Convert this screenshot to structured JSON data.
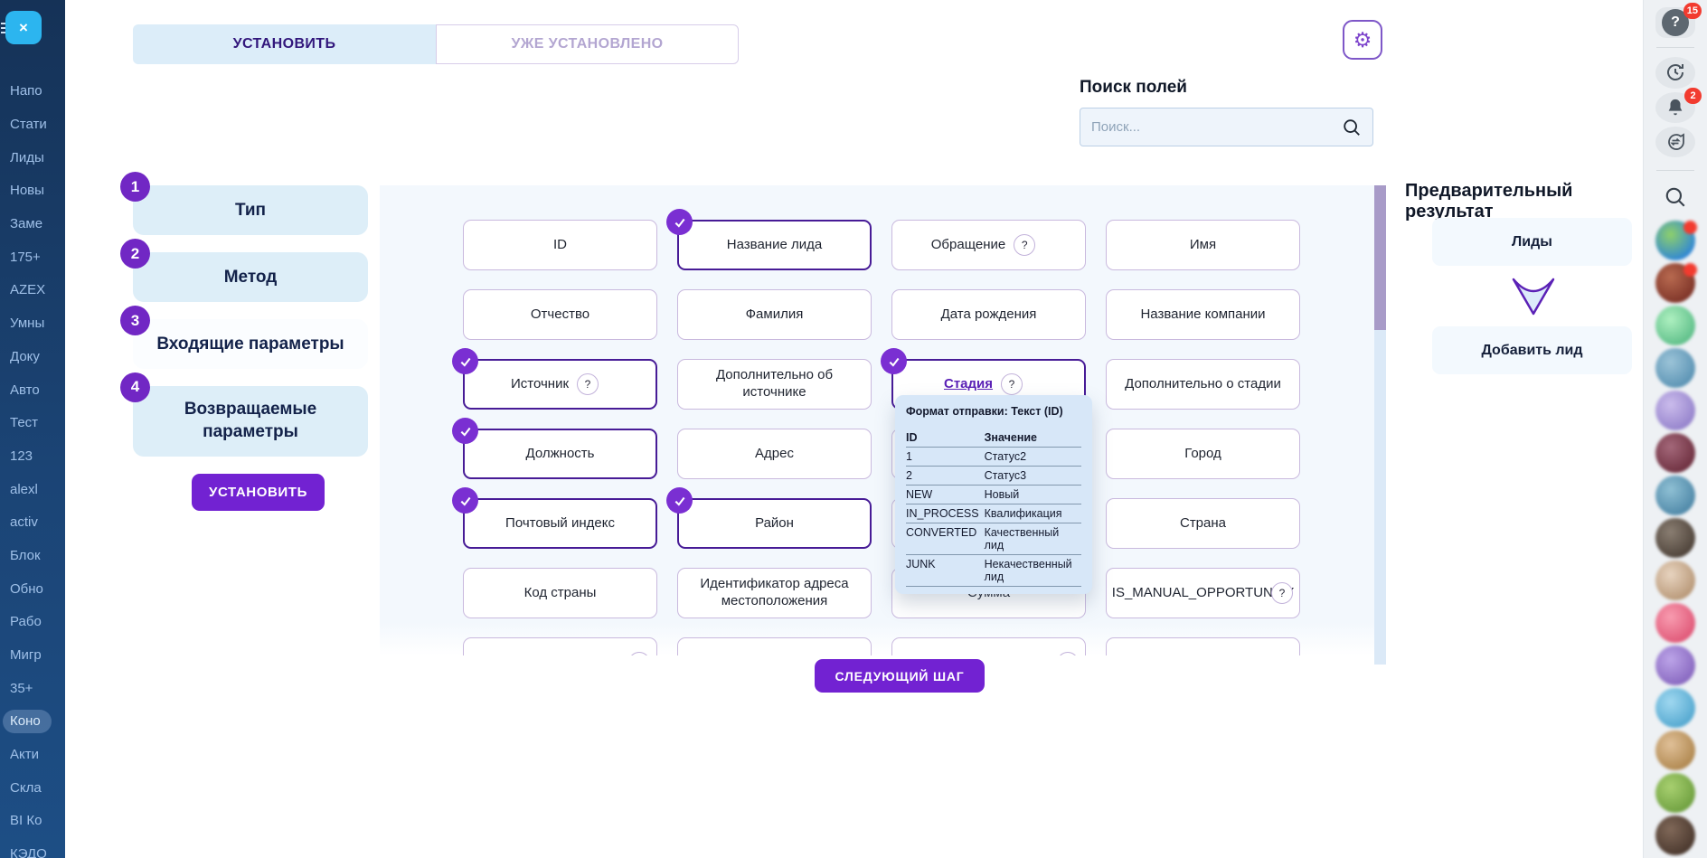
{
  "sidebar": {
    "close_label": "×",
    "items": [
      {
        "label": "Напо"
      },
      {
        "label": "Стати"
      },
      {
        "label": "Лиды"
      },
      {
        "label": "Новы"
      },
      {
        "label": "Заме"
      },
      {
        "label": "175+"
      },
      {
        "label": "AZEX"
      },
      {
        "label": "Умны"
      },
      {
        "label": "Доку"
      },
      {
        "label": "Авто"
      },
      {
        "label": "Тест"
      },
      {
        "label": "123"
      },
      {
        "label": "alexl"
      },
      {
        "label": "activ"
      },
      {
        "label": "Блок"
      },
      {
        "label": "Обно"
      },
      {
        "label": "Рабо"
      },
      {
        "label": "Мигр"
      },
      {
        "label": "35+"
      },
      {
        "label": "Коно",
        "active": true
      },
      {
        "label": "Акти"
      },
      {
        "label": "Скла"
      },
      {
        "label": "BI Ко"
      },
      {
        "label": "КЭДО"
      }
    ]
  },
  "tabs": {
    "install": "УСТАНОВИТЬ",
    "installed": "УЖЕ УСТАНОВЛЕНО"
  },
  "search": {
    "title": "Поиск полей",
    "placeholder": "Поиск..."
  },
  "steps": {
    "items": [
      {
        "num": "1",
        "label": "Тип",
        "active": false
      },
      {
        "num": "2",
        "label": "Метод",
        "active": false
      },
      {
        "num": "3",
        "label": "Входящие параметры",
        "active": true
      },
      {
        "num": "4",
        "label": "Возвращаемые параметры",
        "active": false
      }
    ],
    "install_button": "УСТАНОВИТЬ"
  },
  "fields": {
    "rows": [
      [
        {
          "label": "ID"
        },
        {
          "label": "Название лида",
          "checked": true,
          "selected": true
        },
        {
          "label": "Обращение",
          "hint": true
        },
        {
          "label": "Имя"
        }
      ],
      [
        {
          "label": "Отчество"
        },
        {
          "label": "Фамилия"
        },
        {
          "label": "Дата рождения"
        },
        {
          "label": "Название компании"
        }
      ],
      [
        {
          "label": "Источник",
          "hint": true,
          "checked": true,
          "selected": true
        },
        {
          "label": "Дополнительно об источнике"
        },
        {
          "label": "Стадия",
          "hint": true,
          "checked": true,
          "selected": true,
          "link": true
        },
        {
          "label": "Дополнительно о стадии"
        }
      ],
      [
        {
          "label": "Должность",
          "checked": true,
          "selected": true
        },
        {
          "label": "Адрес"
        },
        {
          "label": ""
        },
        {
          "label": "Город"
        }
      ],
      [
        {
          "label": "Почтовый индекс",
          "checked": true,
          "selected": true
        },
        {
          "label": "Район",
          "checked": true,
          "selected": true
        },
        {
          "label": ""
        },
        {
          "label": "Страна"
        }
      ],
      [
        {
          "label": "Код страны"
        },
        {
          "label": "Идентификатор адреса местоположения"
        },
        {
          "label": "Сумма"
        },
        {
          "label": "IS_MANUAL_OPPORTUNITY",
          "hint": true,
          "hint_side": true
        }
      ],
      [
        {
          "label": "",
          "hint": true,
          "hint_side": true
        },
        {
          "label": ""
        },
        {
          "label": "",
          "hint": true,
          "hint_side": true
        },
        {
          "label": ""
        }
      ]
    ]
  },
  "tooltip": {
    "title": "Формат отправки: Текст (ID)",
    "col_id": "ID",
    "col_value": "Значение",
    "rows": [
      {
        "id": "1",
        "value": "Статус2"
      },
      {
        "id": "2",
        "value": "Статус3"
      },
      {
        "id": "NEW",
        "value": "Новый"
      },
      {
        "id": "IN_PROCESS",
        "value": "Квалификация"
      },
      {
        "id": "CONVERTED",
        "value": "Качественный лид"
      },
      {
        "id": "JUNK",
        "value": "Некачественный лид"
      }
    ]
  },
  "next_button": "СЛЕДУЮЩИЙ ШАГ",
  "preview": {
    "title": "Предварительный результат",
    "source": "Лиды",
    "action": "Добавить лид"
  },
  "rightbar": {
    "help_badge": "15",
    "bell_badge": "2",
    "accent_purple": "#7222d2",
    "badge_red": "#f23b2f",
    "avatars": [
      {
        "c1": "#8ed06b",
        "c2": "#2f86d6",
        "badge": true
      },
      {
        "c1": "#b86a50",
        "c2": "#7e3428",
        "badge": true
      },
      {
        "c1": "#aef0c0",
        "c2": "#5fbf8a",
        "badge": false
      },
      {
        "c1": "#9cc4d8",
        "c2": "#5b93b4",
        "badge": false
      },
      {
        "c1": "#cbbcec",
        "c2": "#9583cc",
        "badge": false
      },
      {
        "c1": "#a4687a",
        "c2": "#6e3040",
        "badge": false
      },
      {
        "c1": "#8fc0d4",
        "c2": "#4f88a8",
        "badge": false
      },
      {
        "c1": "#8a7e72",
        "c2": "#4e433a",
        "badge": false
      },
      {
        "c1": "#e8d4c0",
        "c2": "#b89878",
        "badge": false
      },
      {
        "c1": "#f89cb0",
        "c2": "#e05878",
        "badge": false
      },
      {
        "c1": "#bca4e8",
        "c2": "#8868c0",
        "badge": false
      },
      {
        "c1": "#a0d8f0",
        "c2": "#54a8d0",
        "badge": false
      },
      {
        "c1": "#e0c098",
        "c2": "#b08850",
        "badge": false
      },
      {
        "c1": "#a8d070",
        "c2": "#6fa040",
        "badge": false
      },
      {
        "c1": "#806858",
        "c2": "#4a382e",
        "badge": false
      }
    ]
  }
}
